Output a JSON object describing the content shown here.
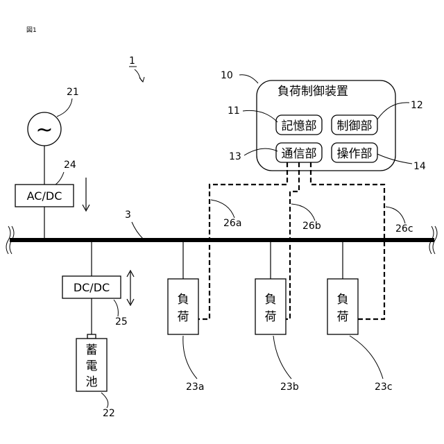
{
  "figure_label": "図1",
  "system_ref": "1",
  "controller": {
    "ref": "10",
    "title": "負荷制御装置",
    "units": {
      "memory": {
        "ref": "11",
        "label": "記憶部"
      },
      "control": {
        "ref": "12",
        "label": "制御部"
      },
      "comm": {
        "ref": "13",
        "label": "通信部"
      },
      "operation": {
        "ref": "14",
        "label": "操作部"
      }
    }
  },
  "ac_source": {
    "ref": "21",
    "symbol": "~"
  },
  "acdc": {
    "ref": "24",
    "label": "AC/DC"
  },
  "bus": {
    "ref": "3"
  },
  "dcdc": {
    "ref": "25",
    "label": "DC/DC"
  },
  "battery": {
    "ref": "22",
    "chars": [
      "蓄",
      "電",
      "池"
    ]
  },
  "loads": [
    {
      "ref": "23a",
      "chars": [
        "負",
        "荷"
      ]
    },
    {
      "ref": "23b",
      "chars": [
        "負",
        "荷"
      ]
    },
    {
      "ref": "23c",
      "chars": [
        "負",
        "荷"
      ]
    }
  ],
  "comm_lines": [
    {
      "ref": "26a"
    },
    {
      "ref": "26b"
    },
    {
      "ref": "26c"
    }
  ]
}
